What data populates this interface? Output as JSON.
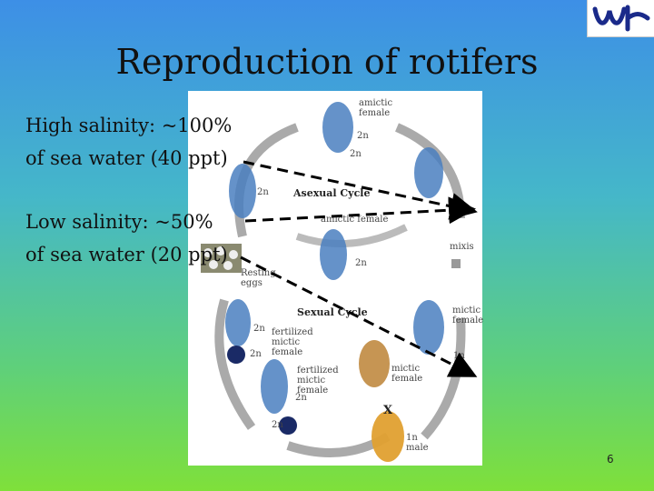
{
  "slide": {
    "title": "Reproduction of rotifers",
    "high_salinity": {
      "line1": "High salinity: ~100%",
      "line2": "of sea water (40 ppt)"
    },
    "low_salinity": {
      "line1": "Low salinity: ~50%",
      "line2": "of sea water (20 ppt)"
    },
    "page_number": "6"
  },
  "figure": {
    "labels": {
      "amictic_female_top": "amictic\nfemale",
      "ploidy_2n_a": "2n",
      "ploidy_2n_b": "2n",
      "ploidy_2n_c": "2n",
      "asexual_cycle": "Asexual Cycle",
      "amictic_female_mid": "amictic female",
      "mixis": "mixis",
      "ploidy_2n_d": "2n",
      "resting_eggs": "Resting\neggs",
      "sexual_cycle": "Sexual Cycle",
      "mictic_female_right": "mictic\nfemale",
      "ploidy_2n_e": "2n",
      "fertilized_mictic_female_1": "fertilized\nmictic\nfemale",
      "ploidy_2n_f": "2n",
      "ploidy_1n_a": "1n",
      "mictic_female_center": "mictic\nfemale",
      "fertilized_mictic_female_2": "fertilized\nmictic\nfemale",
      "ploidy_2n_g": "2n",
      "cross": "X",
      "ploidy_2n_h": "2n",
      "male": "1n\nmale"
    }
  },
  "colors": {
    "rotifer_blue": "#4a7fc0",
    "rotifer_orange": "#e0a030",
    "arrow_gray": "#aaaaaa"
  }
}
